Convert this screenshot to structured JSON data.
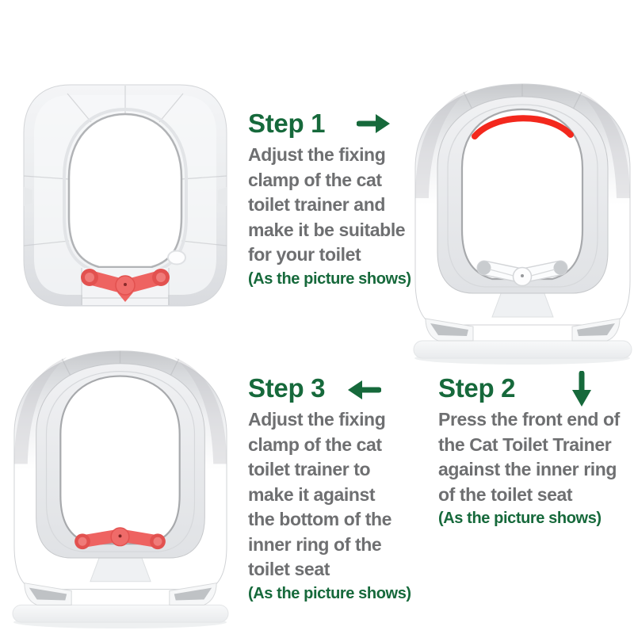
{
  "colors": {
    "accent_green": "#16693B",
    "body_text_gray": "#6E6F71",
    "clamp_red": "#EE6361",
    "marker_red": "#F3281D",
    "background": "#FFFFFF"
  },
  "steps": [
    {
      "title": "Step 1",
      "arrow_direction": "right",
      "lines": [
        "Adjust the fixing",
        "clamp of the cat",
        "toilet trainer and",
        "make it be suitable",
        "for your toilet"
      ],
      "note": "(As the picture shows)"
    },
    {
      "title": "Step 2",
      "arrow_direction": "down",
      "lines": [
        "Press the front end of",
        "the Cat Toilet Trainer",
        "against the inner ring",
        "of the toilet seat"
      ],
      "note": "(As the picture shows)"
    },
    {
      "title": "Step 3",
      "arrow_direction": "left",
      "lines": [
        "Adjust the fixing",
        "clamp of the cat",
        "toilet trainer to",
        "make it against",
        "the bottom of the",
        "inner ring of the",
        "toilet seat"
      ],
      "note": "(As the picture shows)"
    }
  ],
  "photos": [
    {
      "name": "cat-toilet-trainer-top-view-red-clamp"
    },
    {
      "name": "cat-toilet-trainer-on-seat-red-front-marker"
    },
    {
      "name": "cat-toilet-trainer-on-seat-red-clamp-bottom"
    }
  ]
}
